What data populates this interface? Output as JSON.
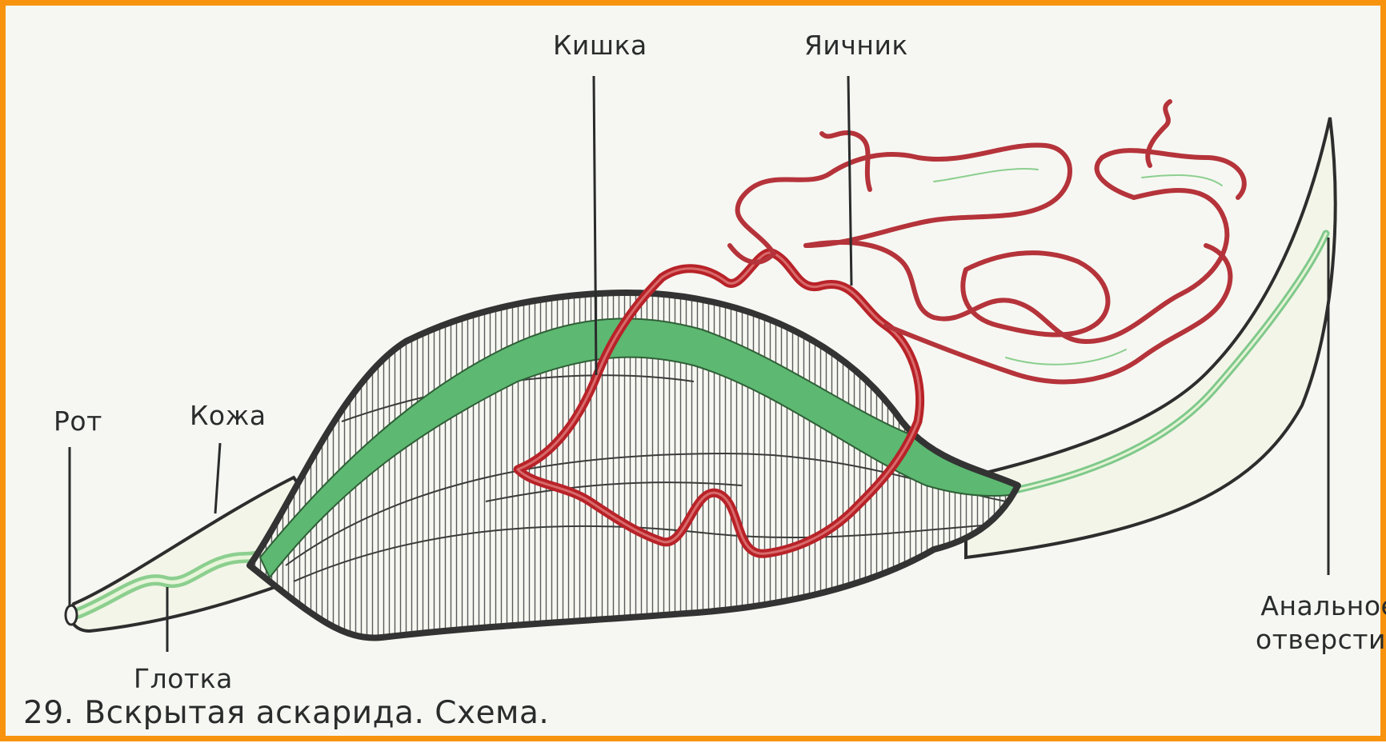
{
  "colors": {
    "frame": "#f7930f",
    "paper": "#f6f7f2",
    "intestine": "#5db872",
    "ovary": "#c0262c",
    "outline": "#333333"
  },
  "labels": {
    "mouth": "Рот",
    "skin": "Кожа",
    "pharynx": "Глотка",
    "intestine": "Кишка",
    "ovary": "Яичник",
    "anus_line1": "Анальное",
    "anus_line2": "отверстие"
  },
  "caption": "29. Вскрытая аскарида. Схема."
}
